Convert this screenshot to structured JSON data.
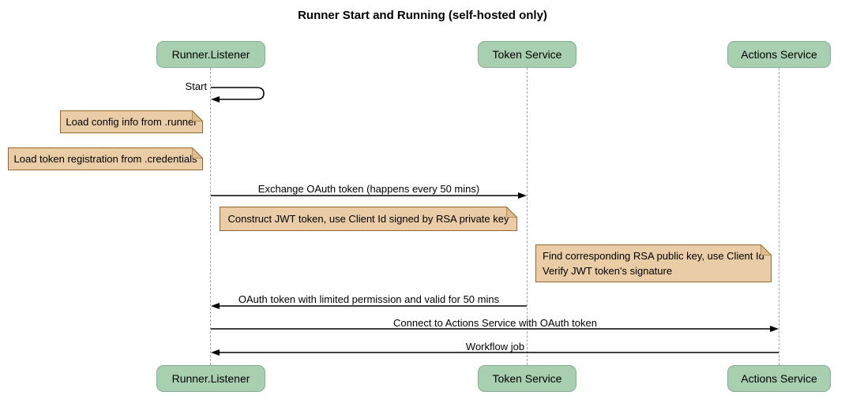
{
  "diagram_type": "sequence",
  "title": "Runner Start and Running (self-hosted only)",
  "participants": [
    {
      "label": "Runner.Listener"
    },
    {
      "label": "Token Service"
    },
    {
      "label": "Actions Service"
    }
  ],
  "messages": [
    {
      "label": "Start",
      "from": "Runner.Listener",
      "to": "Runner.Listener",
      "style": "self-call"
    },
    {
      "label": "Exchange OAuth token (happens every 50 mins)",
      "from": "Runner.Listener",
      "to": "Token Service",
      "style": "solid-arrow"
    },
    {
      "label": "OAuth token with limited permission and valid for 50 mins",
      "from": "Token Service",
      "to": "Runner.Listener",
      "style": "solid-arrow"
    },
    {
      "label": "Connect to Actions Service with OAuth token",
      "from": "Runner.Listener",
      "to": "Actions Service",
      "style": "solid-arrow"
    },
    {
      "label": "Workflow job",
      "from": "Actions Service",
      "to": "Runner.Listener",
      "style": "solid-arrow"
    }
  ],
  "notes": [
    {
      "text": "Load config info from .runner",
      "position": "left of Runner.Listener"
    },
    {
      "text": "Load token registration from .credentials",
      "position": "left of Runner.Listener"
    },
    {
      "text": "Construct JWT token, use Client Id signed by RSA private key",
      "position": "between Runner.Listener and Token Service"
    },
    {
      "text": "Find corresponding RSA public key, use Client Id\nVerify JWT token's signature",
      "position": "between Token Service and Actions Service"
    }
  ],
  "colors": {
    "participant_fill": "#a8d0b0",
    "participant_border": "#86ae90",
    "note_fill": "#eacda7",
    "note_border": "#96682f",
    "lifeline": "#a3a3a3",
    "arrow": "#000000"
  }
}
